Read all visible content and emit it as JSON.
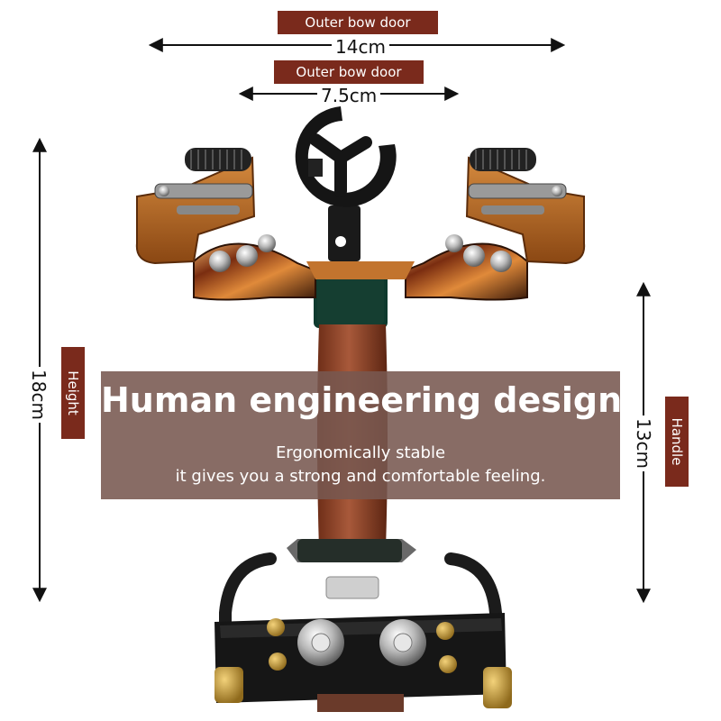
{
  "labels": {
    "outer_bow_door_top": "Outer bow door",
    "outer_bow_door_inner": "Outer bow door",
    "height_tag": "Height",
    "handle_tag": "Handle"
  },
  "measurements": {
    "width_outer": "14cm",
    "width_inner": "7.5cm",
    "height_total": "18cm",
    "height_handle": "13cm"
  },
  "banner": {
    "title": "Human engineering design",
    "line1": "Ergonomically stable",
    "line2": "it gives you a strong and comfortable feeling."
  },
  "colors": {
    "label_bg": "#7a2a1c",
    "banner_bg": "#78584f",
    "handle_leather": "#9c4a2c",
    "frame_bronze": "#b5651d",
    "base_black": "#1b1b1b",
    "brass": "#c9a13a"
  }
}
